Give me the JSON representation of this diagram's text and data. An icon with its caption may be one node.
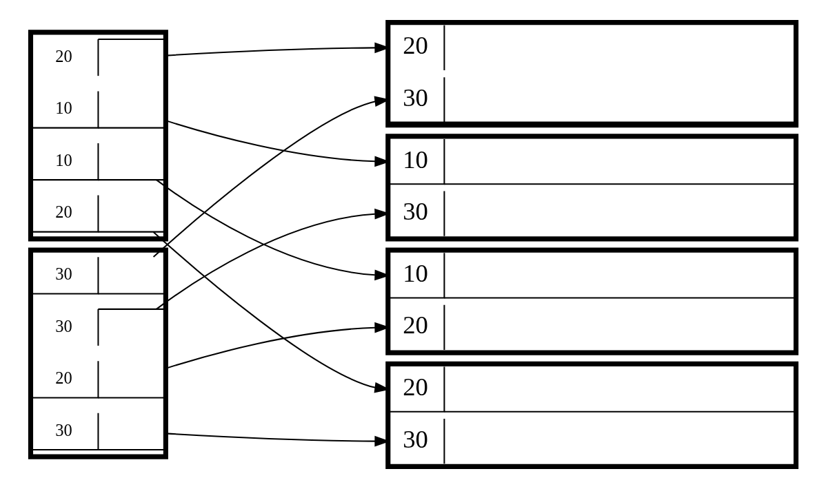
{
  "diagram": {
    "nodes": [
      {
        "text": [],
        "shape": "box"
      },
      {
        "text": [
          "10"
        ],
        "in": 0
      },
      {
        "text": [
          "10"
        ],
        "in": 0
      },
      {
        "text": [
          "20"
        ],
        "in": 0
      },
      {
        "text": [
          "20"
        ],
        "in": 0
      },
      {
        "text": [],
        "shape": "box"
      },
      {
        "text": [
          "20"
        ],
        "in": 5
      },
      {
        "text": [
          "30"
        ],
        "in": 5
      },
      {
        "text": [
          "30"
        ],
        "in": 5
      },
      {
        "text": [
          "30"
        ],
        "in": 5
      },
      {
        "text": [],
        "shape": "box"
      },
      {
        "text": [
          "20"
        ],
        "in": 10
      },
      {
        "text": [
          "30"
        ],
        "in": 10
      },
      {
        "text": [],
        "shape": "box"
      },
      {
        "text": [
          "30"
        ],
        "in": 13
      },
      {
        "text": [
          "20"
        ],
        "in": 13
      },
      {
        "text": [],
        "shape": "box"
      },
      {
        "text": [
          "10"
        ],
        "in": 16
      },
      {
        "text": [
          "20"
        ],
        "in": 16
      },
      {
        "text": [],
        "shape": "box"
      },
      {
        "text": [
          "10"
        ],
        "in": 19
      },
      {
        "text": [
          "30"
        ],
        "in": 19
      }
    ],
    "edges": [
      {
        "from": 1,
        "to": 17,
        "arrow": "to"
      },
      {
        "from": 2,
        "to": 20,
        "arrow": "to"
      },
      {
        "from": 3,
        "to": 11,
        "arrow": "to"
      },
      {
        "from": 4,
        "to": 15,
        "arrow": "to"
      },
      {
        "from": 6,
        "to": 18,
        "arrow": "to"
      },
      {
        "from": 7,
        "to": 12,
        "arrow": "to"
      },
      {
        "from": 8,
        "to": 14,
        "arrow": "to"
      },
      {
        "from": 9,
        "to": 21,
        "arrow": "to"
      }
    ]
  }
}
